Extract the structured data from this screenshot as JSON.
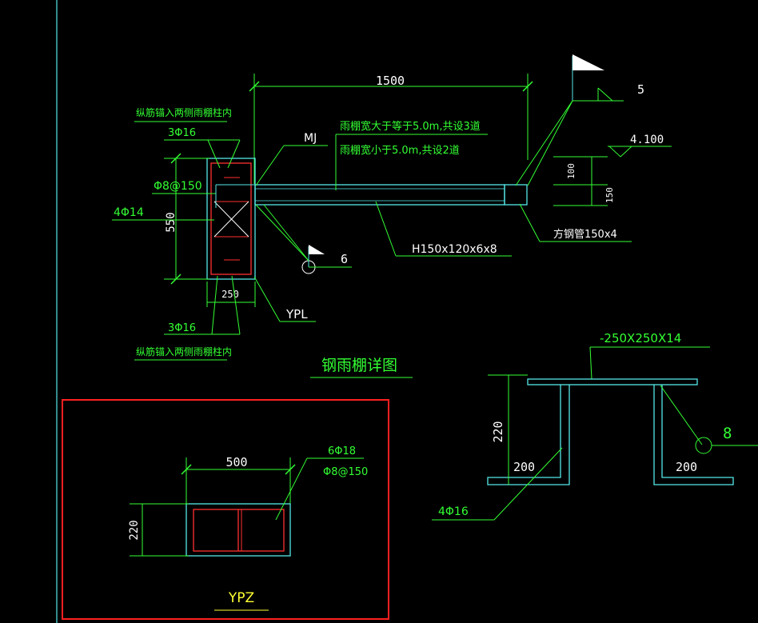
{
  "drawing": {
    "title": "钢雨棚详图",
    "colors": {
      "background": "#000000",
      "dim_line": "#33ff33",
      "dim_text": "#ffffff",
      "cyan_line": "#55e8e8",
      "rebar": "#ff3030",
      "annotation_text": "#33ff33",
      "highlight_box": "#ff2020",
      "yellow": "#ffff33"
    },
    "main_detail": {
      "dim_length": "1500",
      "note_top": "纵筋锚入两侧雨棚柱内",
      "note_bottom": "纵筋锚入两侧雨棚柱内",
      "rebar_top": "3Φ16",
      "rebar_bottom": "3Φ16",
      "stirrup": "Φ8@150",
      "side_rebar": "4Φ14",
      "col_height": "550",
      "col_width": "250",
      "col_label": "YPL",
      "mj_label": "MJ",
      "note_wide": "雨棚宽大于等于5.0m,共设3道",
      "note_narrow": "雨棚宽小于5.0m,共设2道",
      "beam_section": "H150x120x6x8",
      "tube_label": "方钢管150x4",
      "flag_5": "5",
      "flag_6": "6",
      "elevation": "4.100",
      "dim_100": "100",
      "dim_150": "150"
    },
    "plate_detail": {
      "plate_label": "-250X250X14",
      "height": "220",
      "left_width": "200",
      "right_width": "200",
      "circle_num": "8",
      "rebar": "4Φ16"
    },
    "ypz_detail": {
      "width": "500",
      "height": "220",
      "rebar": "6Φ18",
      "stirrup": "Φ8@150",
      "label": "YPZ"
    }
  }
}
